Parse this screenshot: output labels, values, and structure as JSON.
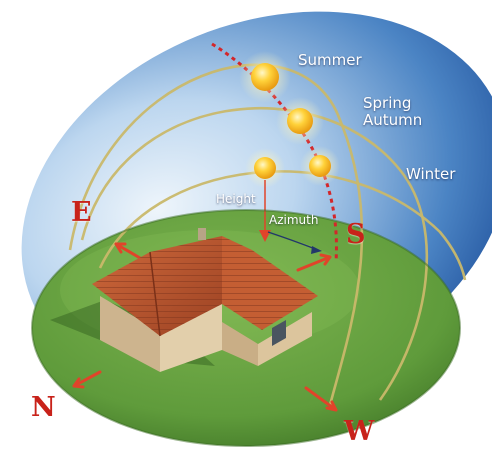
{
  "labels": {
    "summer": "Summer",
    "spring_autumn": "Spring\nAutumn",
    "winter": "Winter",
    "height": "Height",
    "azimuth": "Azimuth"
  },
  "compass": {
    "east": "E",
    "south": "S",
    "north": "N",
    "west": "W"
  },
  "colors": {
    "sky_light": "#dbe9f6",
    "sky_dark": "#1e4f9a",
    "grass": "#5f9b3b",
    "sun_path": "#c9b86a",
    "sun": "#ffc21a",
    "compass_red": "#c8221a",
    "roof": "#b8532e",
    "wall": "#ddc9a6"
  }
}
